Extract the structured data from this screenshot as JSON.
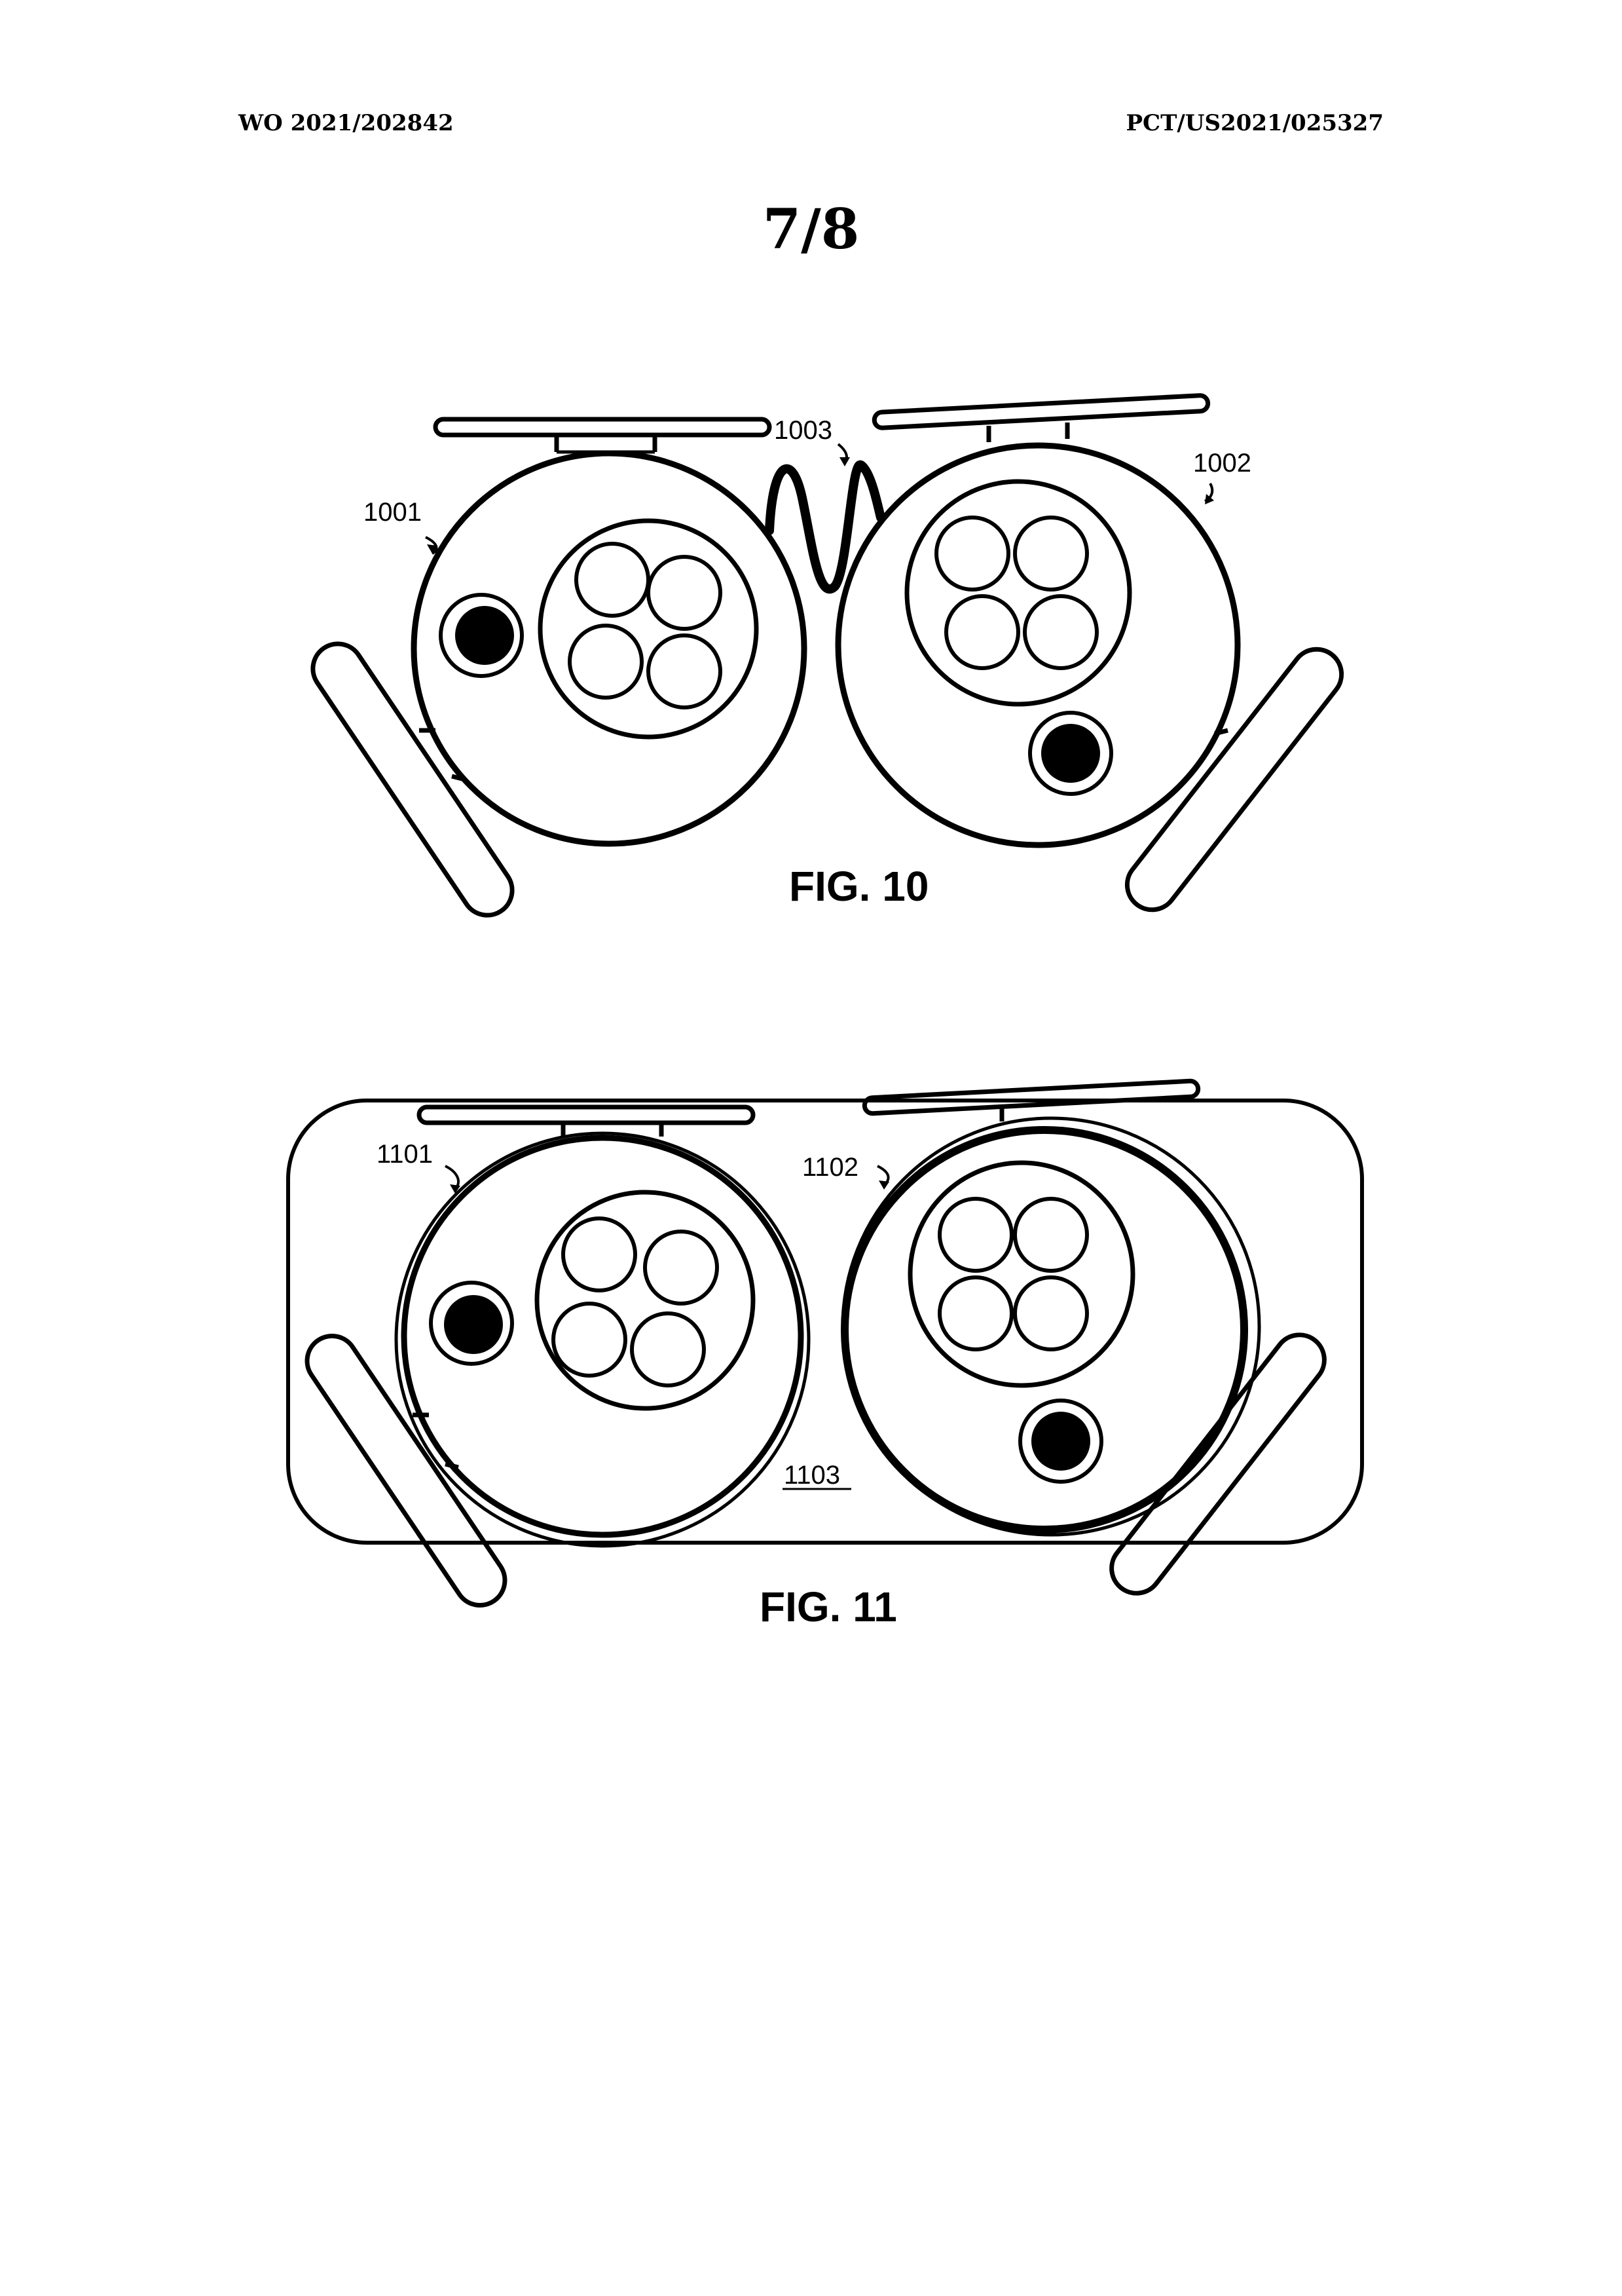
{
  "header": {
    "publication_number": "WO 2021/202842",
    "application_number": "PCT/US2021/025327",
    "sheet": "7/8"
  },
  "figures": [
    {
      "caption": "FIG. 10",
      "labels": {
        "left_unit": "1001",
        "right_unit": "1002",
        "spring": "1003"
      }
    },
    {
      "caption": "FIG. 11",
      "labels": {
        "left_unit": "1101",
        "right_unit": "1102",
        "housing": "1103"
      }
    }
  ]
}
